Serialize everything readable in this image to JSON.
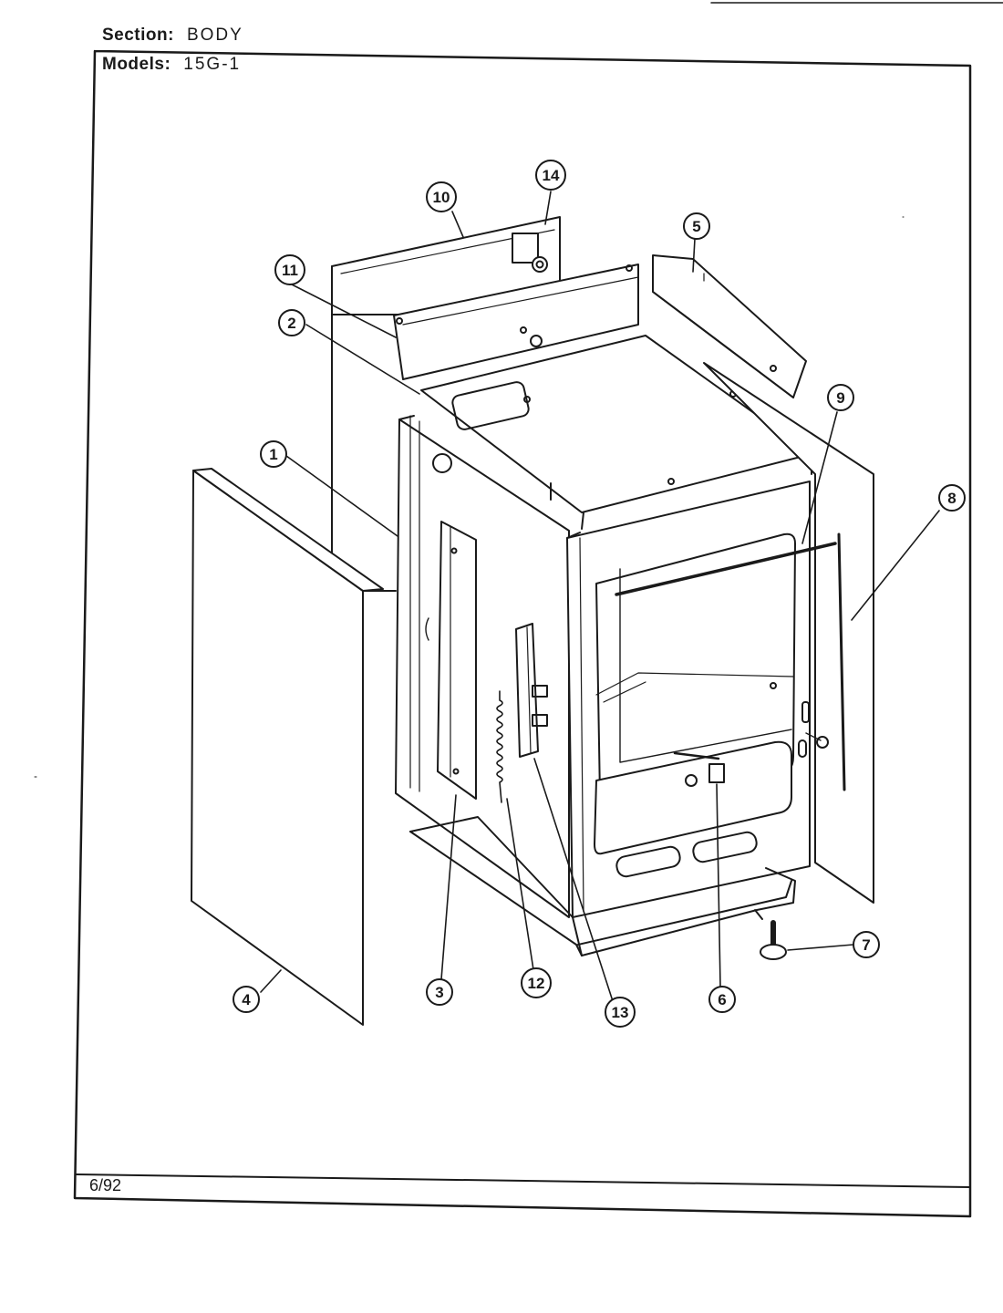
{
  "header": {
    "section_label": "Section:",
    "section_value": "BODY",
    "models_label": "Models:",
    "models_value": "15G-1"
  },
  "footer": {
    "date": "6/92"
  },
  "callouts": [
    "1",
    "2",
    "3",
    "4",
    "5",
    "6",
    "7",
    "8",
    "9",
    "10",
    "11",
    "12",
    "13",
    "14"
  ]
}
